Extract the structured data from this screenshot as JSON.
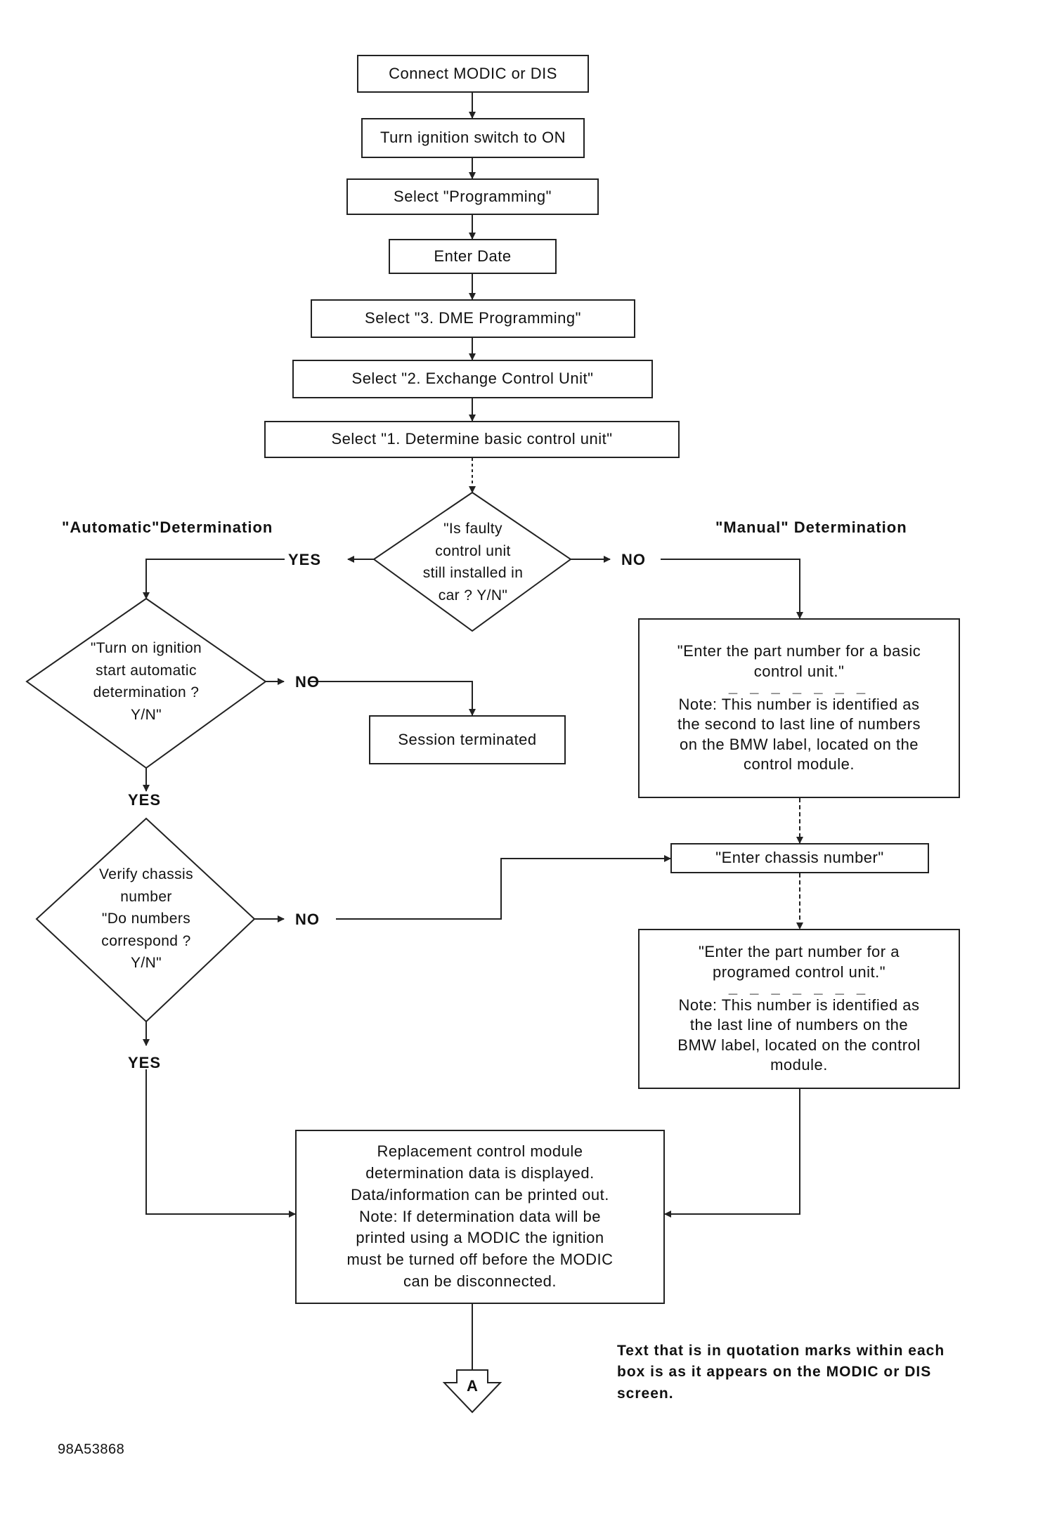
{
  "steps": {
    "connect": "Connect MODIC or DIS",
    "ignition": "Turn ignition switch to ON",
    "programming": "Select \"Programming\"",
    "date": "Enter Date",
    "dme": "Select \"3. DME Programming\"",
    "exchange": "Select \"2. Exchange Control Unit\"",
    "determine": "Select \"1. Determine basic control unit\""
  },
  "decisions": {
    "faulty": [
      "\"Is faulty",
      "control unit",
      "still installed in",
      "car ? Y/N\""
    ],
    "auto": [
      "\"Turn on ignition",
      "start automatic",
      "determination ?",
      "Y/N\""
    ],
    "chassis": [
      "Verify chassis",
      "number",
      "\"Do numbers",
      "correspond ?",
      "Y/N\""
    ]
  },
  "headings": {
    "automatic": "\"Automatic\"Determination",
    "manual": "\"Manual\" Determination"
  },
  "branch_labels": {
    "yes": "YES",
    "no": "NO"
  },
  "session": "Session terminated",
  "basic_part": {
    "lines": [
      "\"Enter the part number for a basic",
      "control unit.\""
    ],
    "dashes": "_ _ _ _ _ _ _",
    "note": [
      "Note: This number is identified as",
      "the second to last line of numbers",
      "on the BMW label, located on the",
      "control module."
    ]
  },
  "chassis_entry": "\"Enter chassis number\"",
  "programmed_part": {
    "lines": [
      "\"Enter the part number for a",
      "programed control unit.\""
    ],
    "dashes": "_ _ _ _ _ _ _",
    "note": [
      "Note: This number is identified as",
      "the last line of numbers on the",
      "BMW label, located on the control",
      "module."
    ]
  },
  "replacement": [
    "Replacement control module",
    "determination data is displayed.",
    "Data/information can be printed out.",
    "Note: If determination data will be",
    "printed using a MODIC the ignition",
    "must be turned off before the MODIC",
    "can be disconnected."
  ],
  "connector": "A",
  "footnote": [
    "Text that is in quotation marks within each",
    "box is as it appears on the MODIC or DIS",
    "screen."
  ],
  "figure_id": "98A53868",
  "colors": {
    "line": "#222222",
    "background": "#ffffff"
  }
}
